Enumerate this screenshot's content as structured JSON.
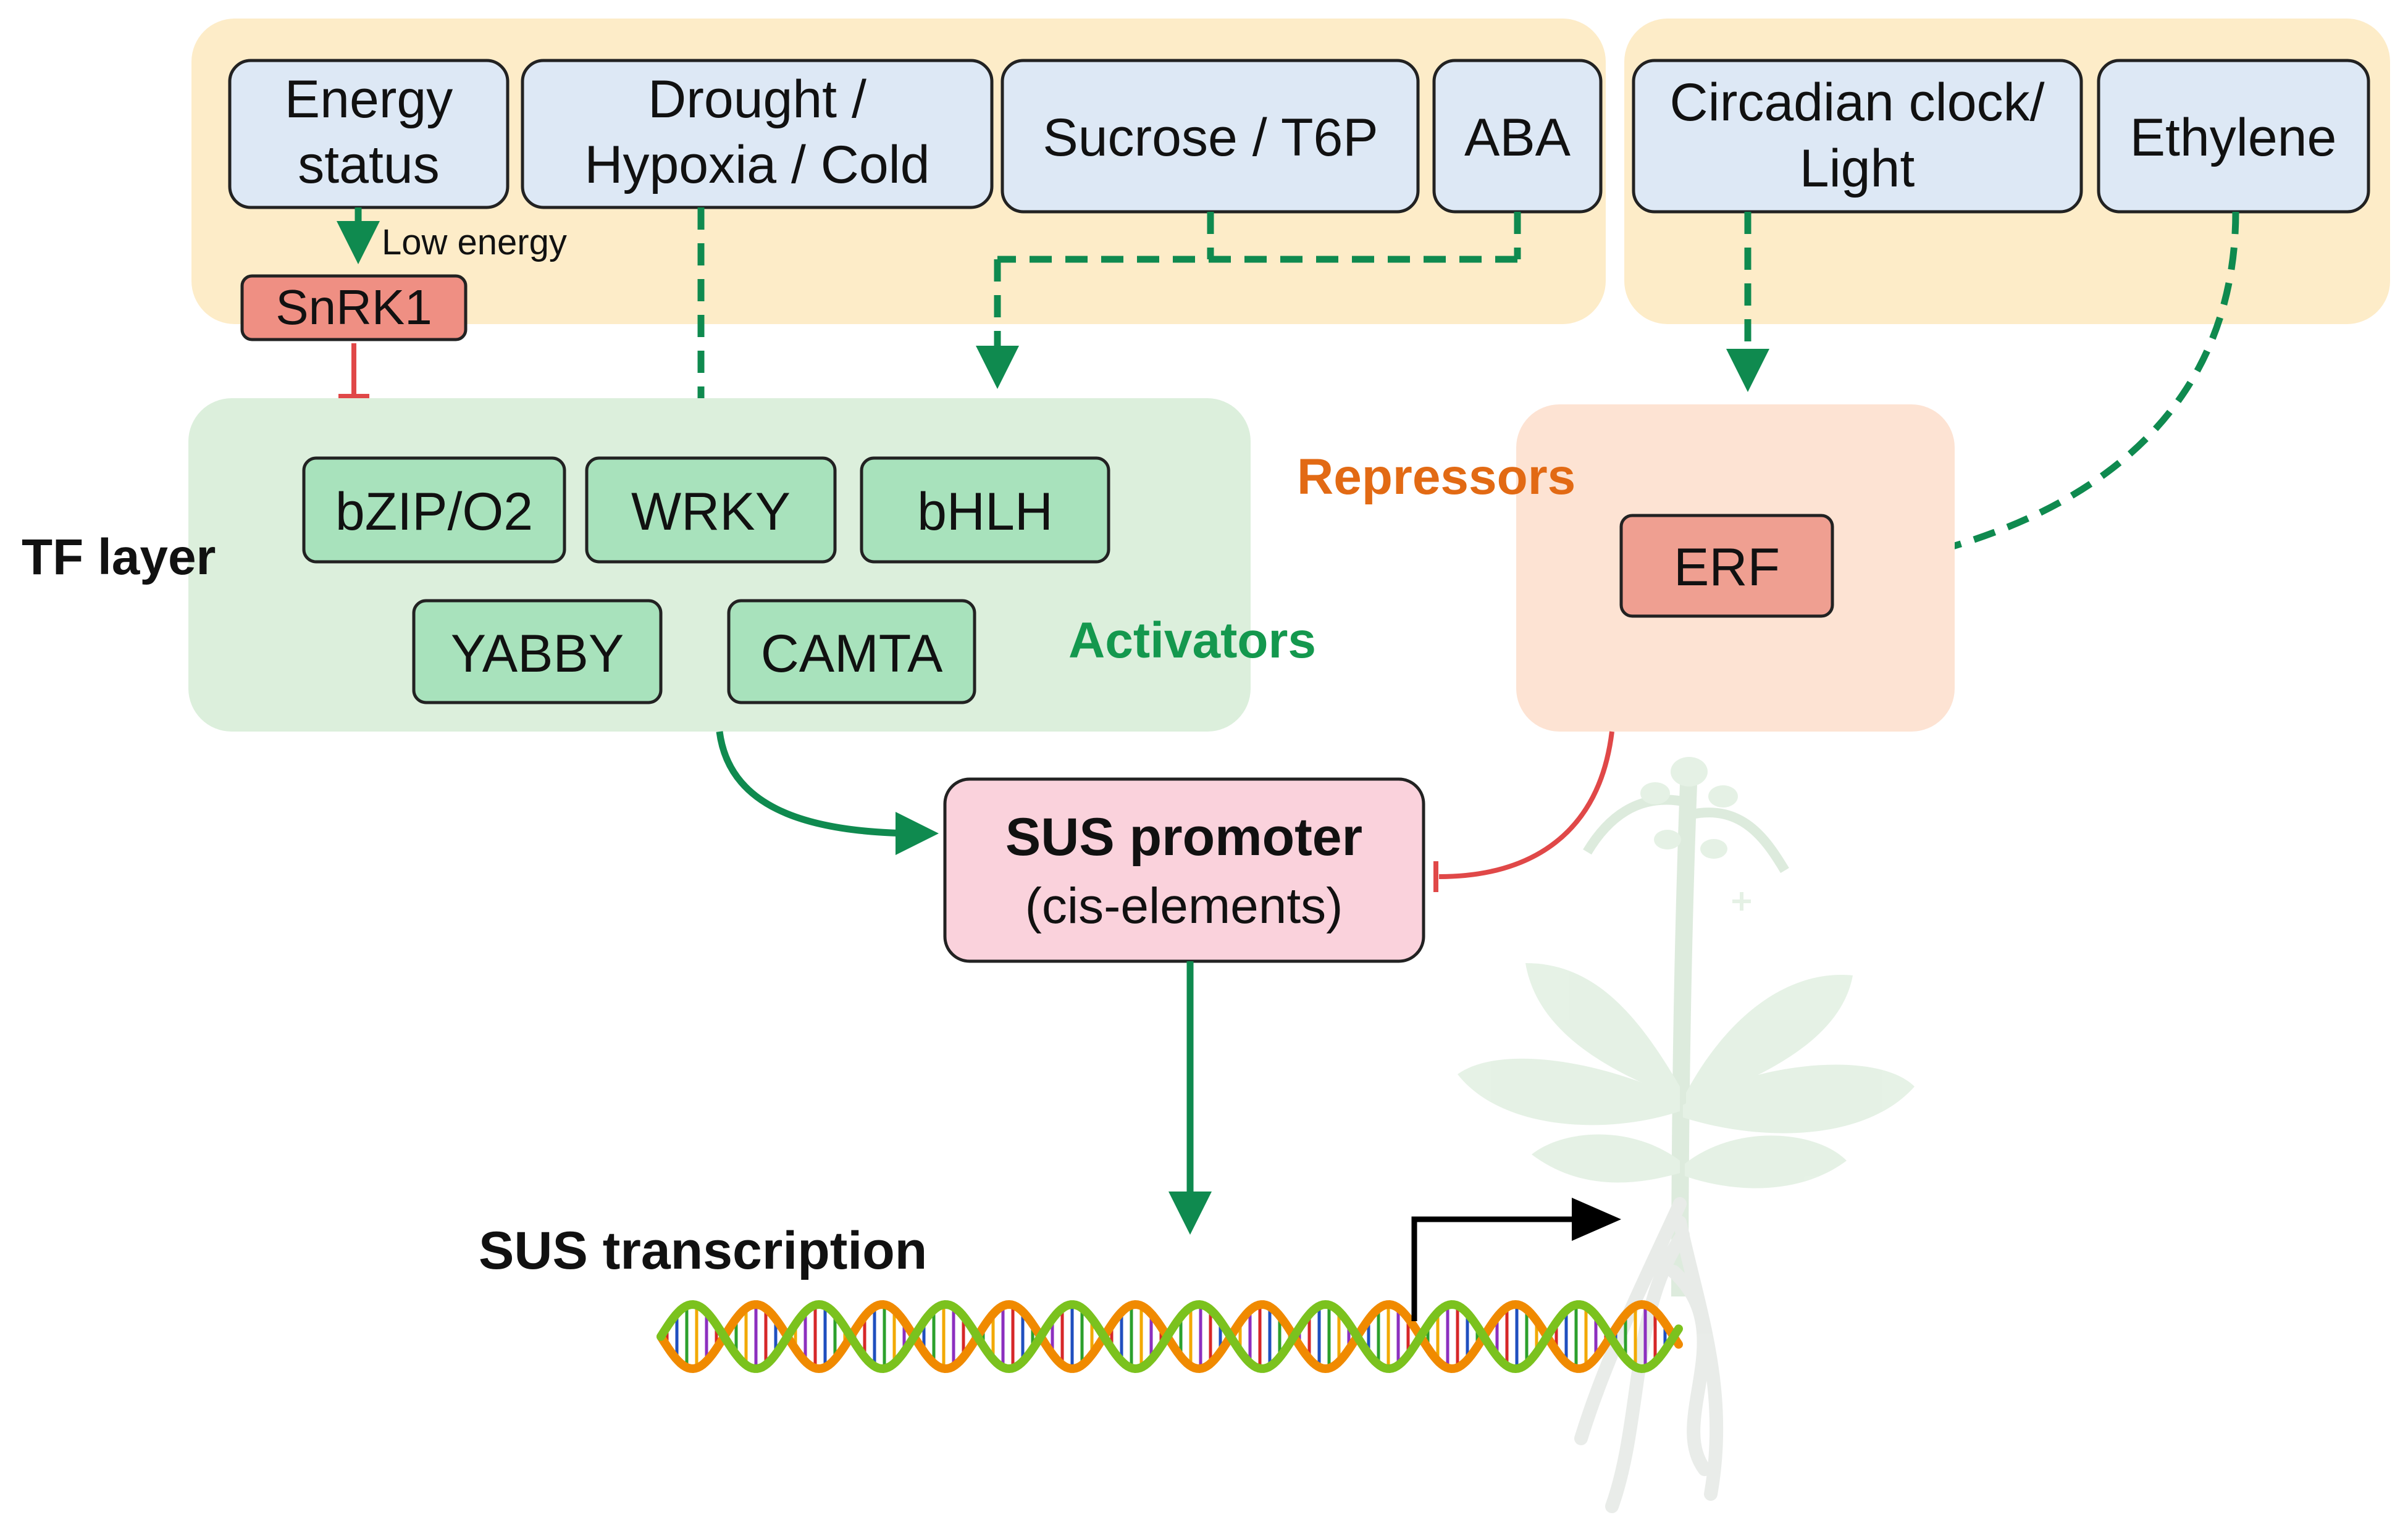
{
  "signals_left": [
    {
      "id": "energy",
      "lines": [
        "Energy",
        "status"
      ]
    },
    {
      "id": "drought",
      "lines": [
        "Drought /",
        "Hypoxia / Cold"
      ]
    },
    {
      "id": "sucrose",
      "lines": [
        "Sucrose / T6P"
      ]
    },
    {
      "id": "aba",
      "lines": [
        "ABA"
      ]
    }
  ],
  "signals_right": [
    {
      "id": "circadian",
      "lines": [
        "Circadian clock/",
        "Light"
      ]
    },
    {
      "id": "ethylene",
      "lines": [
        "Ethylene"
      ]
    }
  ],
  "low_energy_label": "Low energy",
  "snrk1_label": "SnRK1",
  "tf_layer_label": "TF layer",
  "activators": {
    "label": "Activators",
    "factors": [
      "bZIP/O2",
      "WRKY",
      "bHLH",
      "YABBY",
      "CAMTA"
    ]
  },
  "repressors": {
    "label": "Repressors",
    "factors": [
      "ERF"
    ]
  },
  "promoter": {
    "title": "SUS promoter",
    "subtitle": "(cis-elements)"
  },
  "transcription_label": "SUS transcription",
  "colors": {
    "signal_bg": "#fdecc8",
    "signal_box": "#dde8f5",
    "activator_bg": "#dcefdc",
    "activator_box": "#a8e2bc",
    "repressor_bg": "#fde3d3",
    "repressor_box": "#ef9f91",
    "snrk1_box": "#ef8f83",
    "promoter_box": "#fad2dc",
    "green_arrow": "#0f8a4f",
    "red_inhibit": "#e04848",
    "activator_text": "#14984e",
    "repressor_text": "#e26a14"
  }
}
